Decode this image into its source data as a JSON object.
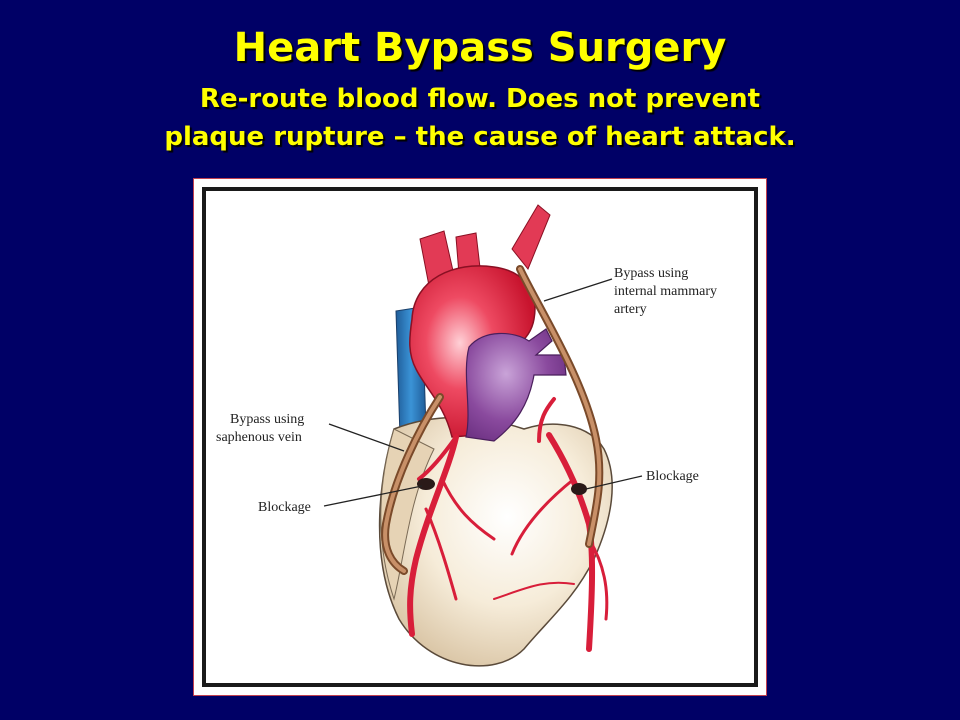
{
  "slide": {
    "title": "Heart Bypass Surgery",
    "subtitle_line1": "Re-route blood flow. Does not prevent",
    "subtitle_line2": "plaque rupture – the cause of heart attack."
  },
  "diagram": {
    "labels": {
      "mammary_line1": "Bypass using",
      "mammary_line2": "internal mammary",
      "mammary_line3": "artery",
      "saphenous_line1": "Bypass using",
      "saphenous_line2": "saphenous vein",
      "blockage_left": "Blockage",
      "blockage_right": "Blockage"
    }
  },
  "colors": {
    "background": "#000066",
    "title_text": "#FFFF00",
    "artery": "#D81E3A",
    "aorta": "#E8334F",
    "vena_cava": "#2B7DC0",
    "pulmonary": "#8A4A9E",
    "heart_muscle": "#F3E7D2",
    "graft": "#B07A5A"
  }
}
